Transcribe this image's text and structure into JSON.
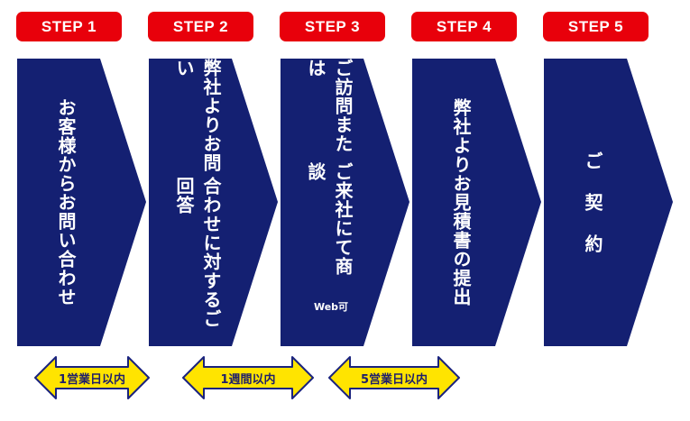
{
  "steps": [
    {
      "label": "STEP 1",
      "lines": [
        "お客様からお問い合わせ"
      ]
    },
    {
      "label": "STEP 2",
      "lines": [
        "弊社よりお問い",
        "合わせに対するご回答"
      ]
    },
    {
      "label": "STEP 3",
      "lines": [
        "ご訪問または",
        "ご来社にて商談"
      ],
      "note": "Web可"
    },
    {
      "label": "STEP 4",
      "lines": [
        "弊社より",
        "お見積書の提出"
      ]
    },
    {
      "label": "STEP 5",
      "lines": [
        "ご 契 約"
      ]
    }
  ],
  "durations": [
    "1営業日以内",
    "1週間以内",
    "5営業日以内"
  ],
  "colors": {
    "step_label_bg": "#e8000b",
    "chevron_fill": "#142072",
    "arrow_fill": "#ffe400",
    "arrow_stroke": "#1a237e"
  }
}
